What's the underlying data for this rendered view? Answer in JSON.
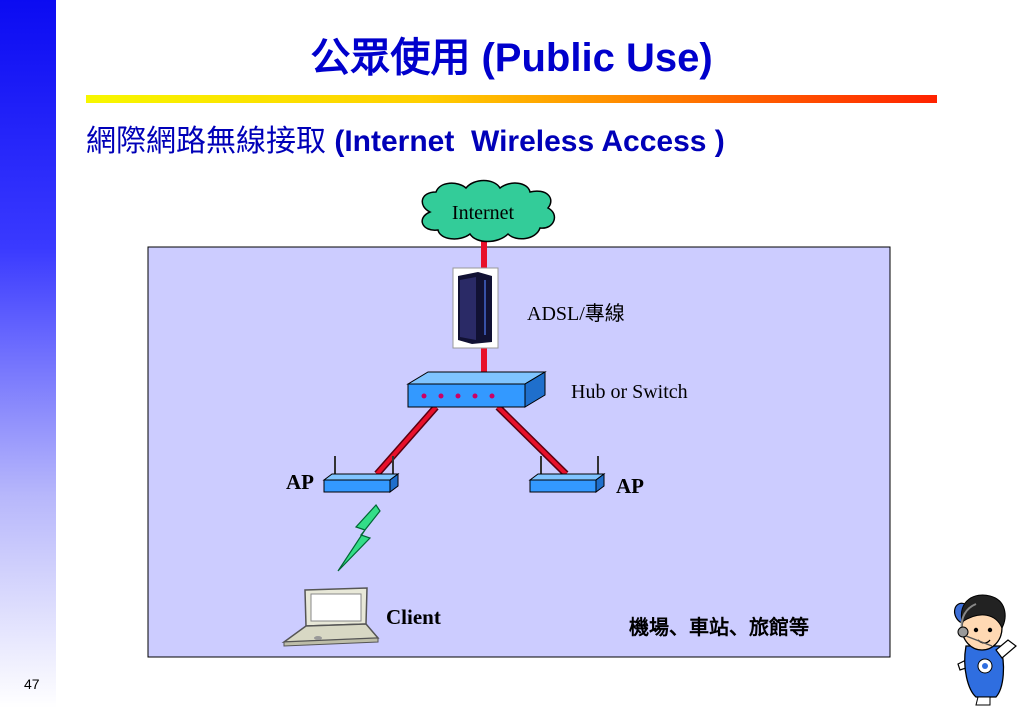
{
  "slide": {
    "title_zh": "公眾使用",
    "title_en": "(Public Use)",
    "subtitle_zh": "網際網路無線接取",
    "subtitle_en": "(Internet  Wireless Access )",
    "page_number": "47"
  },
  "diagram": {
    "cloud_label": "Internet",
    "modem_label": "ADSL/專線",
    "hub_label": "Hub or Switch",
    "ap_left_label": "AP",
    "ap_right_label": "AP",
    "client_label": "Client",
    "location_label": "機場、車站、旅館等"
  },
  "colors": {
    "title_blue": "#0000cc",
    "zone_fill": "#ccccff",
    "cloud_fill": "#33cc99",
    "link_red": "#e8102a",
    "device_blue": "#3399ff"
  }
}
